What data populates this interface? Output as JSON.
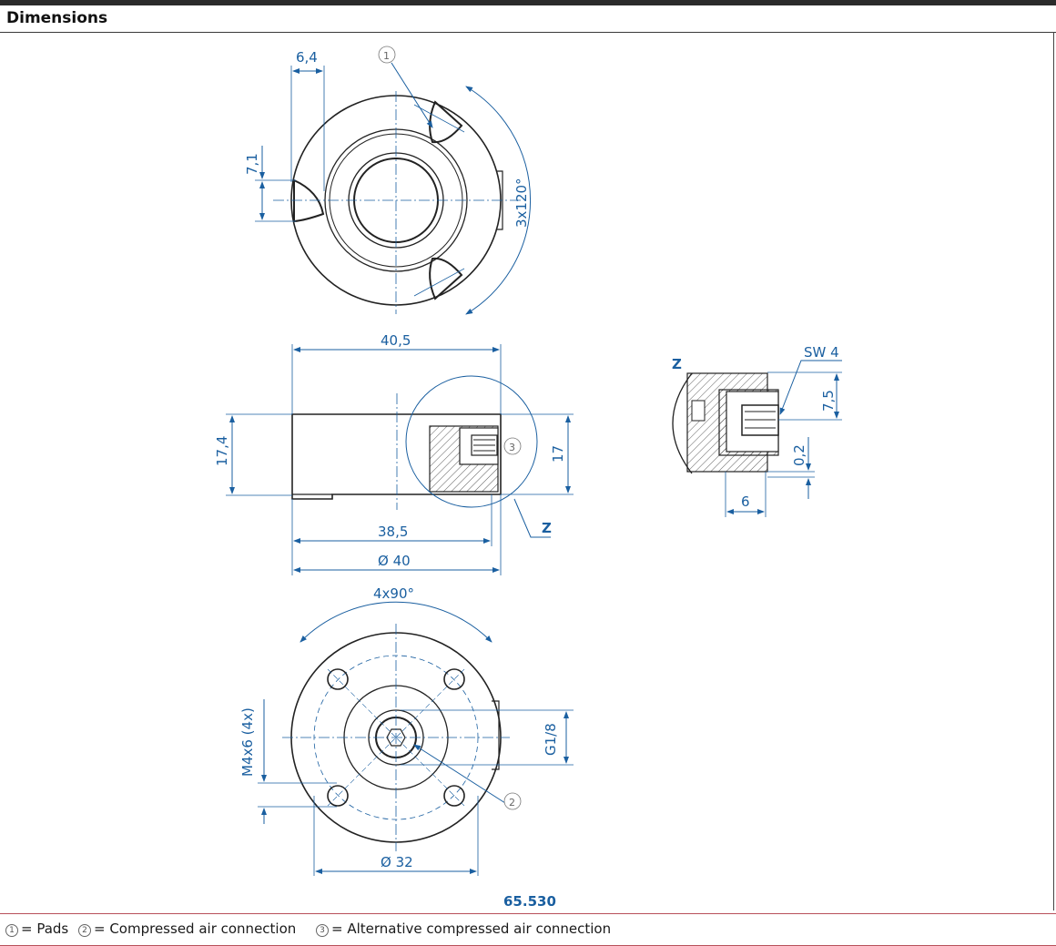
{
  "header": {
    "title": "Dimensions"
  },
  "callouts": {
    "pads": "1",
    "air": "2",
    "alt_air": "3"
  },
  "top_view": {
    "pad_width": "6,4",
    "pad_offset": "7,1",
    "pad_angle": "3x120°"
  },
  "side_view": {
    "width_top": "40,5",
    "height": "17,4",
    "height_right": "17",
    "width_inner": "38,5",
    "diameter": "Ø 40",
    "detail_ref": "Z"
  },
  "detail_view": {
    "label": "Z",
    "wrench": "SW 4",
    "depth": "7,5",
    "gap": "0,2",
    "width": "6"
  },
  "bottom_view": {
    "hole_angle": "4x90°",
    "thread": "M4x6 (4x)",
    "port": "G1/8",
    "bolt_circle": "Ø 32"
  },
  "part_number": "65.530",
  "legend": {
    "pads_num": "1",
    "pads_text": "= Pads",
    "air_num": "2",
    "air_text": "= Compressed air connection",
    "alt_num": "3",
    "alt_text": "= Alternative compressed air connection"
  },
  "colors": {
    "dimension": "#1a5fa0",
    "outline": "#222222",
    "legend_border": "#b8505a"
  }
}
